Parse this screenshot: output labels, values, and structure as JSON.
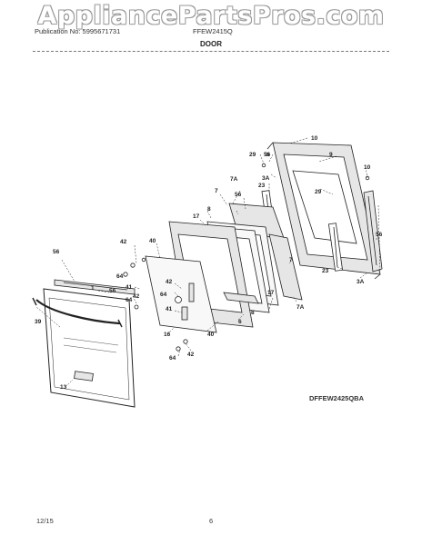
{
  "header": {
    "watermark": "AppliancePartsPros.com",
    "publication": "Publication No: 5995671731",
    "model": "FFEW2415Q",
    "section_title": "DOOR"
  },
  "footer": {
    "drawing_code": "DFFEW2425QBA",
    "date": "12/15",
    "page_number": "6"
  },
  "callouts": {
    "c10": "10",
    "c9": "9",
    "c29": "29",
    "c56": "56",
    "c3a": "3A",
    "c7a": "7A",
    "c7": "7",
    "c23": "23",
    "c17": "17",
    "c8": "8",
    "c42": "42",
    "c40": "40",
    "c64": "64",
    "c1": "1",
    "c41": "41",
    "c39": "39",
    "c13": "13",
    "c16": "16",
    "c6": "6"
  },
  "colors": {
    "line": "#222222",
    "panel": "#e6e6e6",
    "glass": "#f8f8f8"
  }
}
